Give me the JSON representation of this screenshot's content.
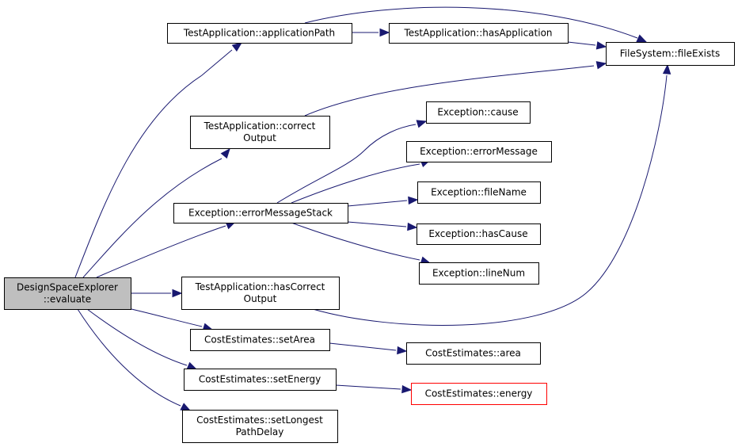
{
  "diagram": {
    "type": "call-graph",
    "colors": {
      "edge": "#191970",
      "root_fill": "#bfbfbf",
      "node_fill": "#ffffff",
      "node_border": "#000000",
      "highlight_border": "#ff0000"
    },
    "nodes": [
      {
        "id": "dse_evaluate",
        "lines": [
          "DesignSpaceExplorer",
          "::evaluate"
        ],
        "style": "root"
      },
      {
        "id": "ta_applicationPath",
        "lines": [
          "TestApplication::applicationPath"
        ],
        "style": "normal"
      },
      {
        "id": "ta_hasApplication",
        "lines": [
          "TestApplication::hasApplication"
        ],
        "style": "normal"
      },
      {
        "id": "fs_fileExists",
        "lines": [
          "FileSystem::fileExists"
        ],
        "style": "normal"
      },
      {
        "id": "ta_correctOutput",
        "lines": [
          "TestApplication::correct",
          "Output"
        ],
        "style": "normal"
      },
      {
        "id": "ex_errorMessageStack",
        "lines": [
          "Exception::errorMessageStack"
        ],
        "style": "normal"
      },
      {
        "id": "ex_cause",
        "lines": [
          "Exception::cause"
        ],
        "style": "normal"
      },
      {
        "id": "ex_errorMessage",
        "lines": [
          "Exception::errorMessage"
        ],
        "style": "normal"
      },
      {
        "id": "ex_fileName",
        "lines": [
          "Exception::fileName"
        ],
        "style": "normal"
      },
      {
        "id": "ex_hasCause",
        "lines": [
          "Exception::hasCause"
        ],
        "style": "normal"
      },
      {
        "id": "ex_lineNum",
        "lines": [
          "Exception::lineNum"
        ],
        "style": "normal"
      },
      {
        "id": "ta_hasCorrectOutput",
        "lines": [
          "TestApplication::hasCorrect",
          "Output"
        ],
        "style": "normal"
      },
      {
        "id": "ce_setArea",
        "lines": [
          "CostEstimates::setArea"
        ],
        "style": "normal"
      },
      {
        "id": "ce_area",
        "lines": [
          "CostEstimates::area"
        ],
        "style": "normal"
      },
      {
        "id": "ce_setEnergy",
        "lines": [
          "CostEstimates::setEnergy"
        ],
        "style": "normal"
      },
      {
        "id": "ce_energy",
        "lines": [
          "CostEstimates::energy"
        ],
        "style": "highlight"
      },
      {
        "id": "ce_setLongestPathDelay",
        "lines": [
          "CostEstimates::setLongest",
          "PathDelay"
        ],
        "style": "normal"
      }
    ],
    "edges": [
      {
        "from": "dse_evaluate",
        "to": "ta_applicationPath"
      },
      {
        "from": "dse_evaluate",
        "to": "ta_correctOutput"
      },
      {
        "from": "dse_evaluate",
        "to": "ex_errorMessageStack"
      },
      {
        "from": "dse_evaluate",
        "to": "ta_hasCorrectOutput"
      },
      {
        "from": "dse_evaluate",
        "to": "ce_setArea"
      },
      {
        "from": "dse_evaluate",
        "to": "ce_setEnergy"
      },
      {
        "from": "dse_evaluate",
        "to": "ce_setLongestPathDelay"
      },
      {
        "from": "ta_applicationPath",
        "to": "ta_hasApplication"
      },
      {
        "from": "ta_applicationPath",
        "to": "fs_fileExists"
      },
      {
        "from": "ta_hasApplication",
        "to": "fs_fileExists"
      },
      {
        "from": "ta_correctOutput",
        "to": "fs_fileExists"
      },
      {
        "from": "ex_errorMessageStack",
        "to": "ex_cause"
      },
      {
        "from": "ex_errorMessageStack",
        "to": "ex_errorMessage"
      },
      {
        "from": "ex_errorMessageStack",
        "to": "ex_fileName"
      },
      {
        "from": "ex_errorMessageStack",
        "to": "ex_hasCause"
      },
      {
        "from": "ex_errorMessageStack",
        "to": "ex_lineNum"
      },
      {
        "from": "ta_hasCorrectOutput",
        "to": "fs_fileExists"
      },
      {
        "from": "ce_setArea",
        "to": "ce_area"
      },
      {
        "from": "ce_setEnergy",
        "to": "ce_energy"
      }
    ]
  }
}
